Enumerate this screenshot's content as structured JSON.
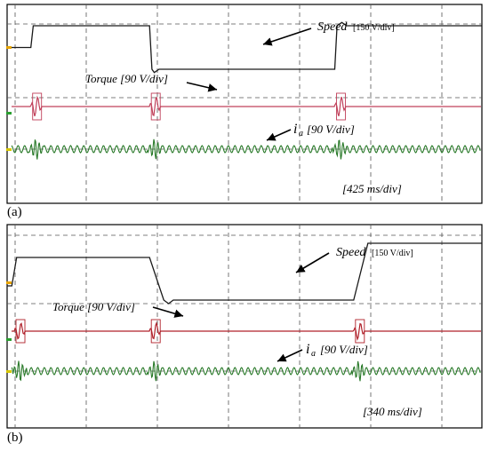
{
  "panels": [
    {
      "label": "(a)",
      "time_scale": "[425 ms/div]",
      "speed_label": "Speed",
      "speed_scale": "[150 V/div]",
      "torque_label": "Torque [90 V/div]",
      "current_symbol": "i",
      "current_subscript": "a",
      "current_scale": "[90 V/div]"
    },
    {
      "label": "(b)",
      "time_scale": "[340 ms/div]",
      "speed_label": "Speed",
      "speed_scale": "[150 V/div]",
      "torque_label": "Torque [90 V/div]",
      "current_symbol": "i",
      "current_subscript": "a",
      "current_scale": "[90 V/div]"
    }
  ],
  "colors": {
    "speed": "#1a1a1a",
    "torque_a": "#c0405a",
    "torque_b": "#b0202a",
    "current": "#2a7a2a",
    "marker_speed": "#e8a400",
    "marker_torque": "#2aa030",
    "marker_current": "#d8c800",
    "grid": "#555555"
  },
  "chart_data": [
    {
      "type": "line",
      "panel": "(a)",
      "x_divisions": 10,
      "x_unit": "div",
      "series": [
        {
          "name": "Speed",
          "points": [
            [
              0,
              2.0
            ],
            [
              0.5,
              2.0
            ],
            [
              0.55,
              3.0
            ],
            [
              3.0,
              3.0
            ],
            [
              3.05,
              1.0
            ],
            [
              3.1,
              0.85
            ],
            [
              3.2,
              1.0
            ],
            [
              6.9,
              1.0
            ],
            [
              6.95,
              3.0
            ],
            [
              7.05,
              3.15
            ],
            [
              7.15,
              3.0
            ],
            [
              10,
              3.0
            ]
          ]
        },
        {
          "name": "Torque",
          "events_div": [
            0.5,
            3.0,
            6.9
          ]
        },
        {
          "name": "i a",
          "events_div": [
            0.5,
            3.0,
            6.9
          ]
        }
      ]
    },
    {
      "type": "line",
      "panel": "(b)",
      "x_divisions": 10,
      "x_unit": "div",
      "series": [
        {
          "name": "Speed",
          "points": [
            [
              0,
              1.2
            ],
            [
              0.1,
              1.2
            ],
            [
              0.2,
              2.0
            ],
            [
              3.0,
              2.0
            ],
            [
              3.3,
              0.8
            ],
            [
              3.4,
              0.7
            ],
            [
              3.5,
              0.8
            ],
            [
              7.3,
              0.8
            ],
            [
              7.6,
              2.4
            ],
            [
              10,
              2.4
            ]
          ]
        },
        {
          "name": "Torque",
          "events_div": [
            0.15,
            3.0,
            7.3
          ]
        },
        {
          "name": "i a",
          "events_div": [
            0.15,
            3.0,
            7.3
          ]
        }
      ]
    }
  ]
}
